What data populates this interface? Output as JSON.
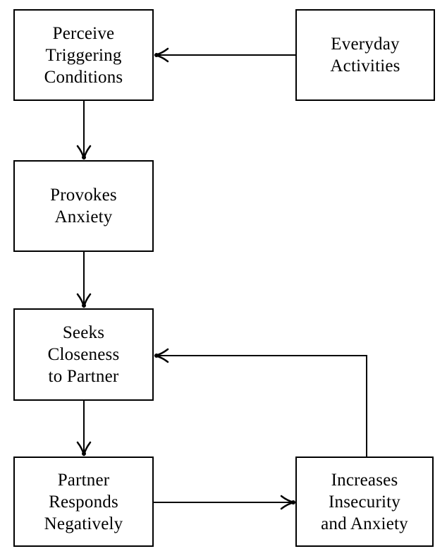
{
  "diagram": {
    "type": "flowchart",
    "background_color": "#ffffff",
    "stroke_color": "#000000",
    "text_color": "#000000",
    "nodes": {
      "perceive_triggering_conditions": {
        "label": "Perceive\nTriggering\nConditions"
      },
      "everyday_activities": {
        "label": "Everyday\nActivities"
      },
      "provokes_anxiety": {
        "label": "Provokes\nAnxiety"
      },
      "seeks_closeness_to_partner": {
        "label": "Seeks\nCloseness\nto Partner"
      },
      "partner_responds_negatively": {
        "label": "Partner\nResponds\nNegatively"
      },
      "increases_insecurity_and_anxiety": {
        "label": "Increases\nInsecurity\nand Anxiety"
      }
    },
    "edges": [
      {
        "from": "everyday_activities",
        "to": "perceive_triggering_conditions"
      },
      {
        "from": "perceive_triggering_conditions",
        "to": "provokes_anxiety"
      },
      {
        "from": "provokes_anxiety",
        "to": "seeks_closeness_to_partner"
      },
      {
        "from": "seeks_closeness_to_partner",
        "to": "partner_responds_negatively"
      },
      {
        "from": "partner_responds_negatively",
        "to": "increases_insecurity_and_anxiety"
      },
      {
        "from": "increases_insecurity_and_anxiety",
        "to": "seeks_closeness_to_partner"
      }
    ]
  }
}
